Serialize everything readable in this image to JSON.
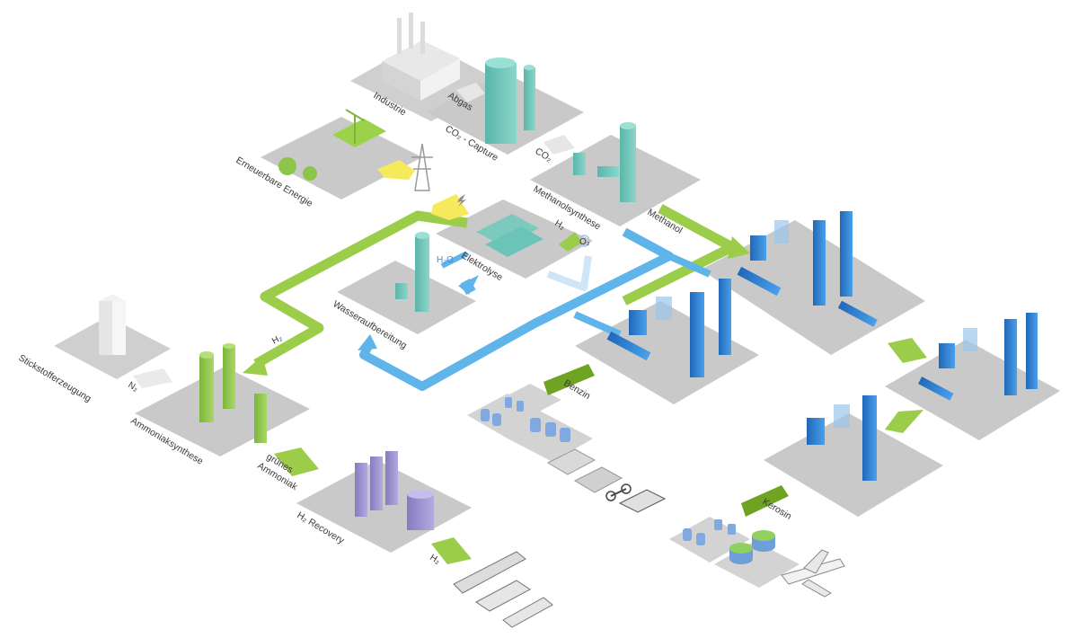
{
  "labels": {
    "industrie": "Industrie",
    "abgas": "Abgas",
    "co2_capture": "CO₂ - Capture",
    "co2": "CO₂",
    "erneuerbare_energie": "Erneuerbare Energie",
    "methanolsynthese": "Methanolsynthese",
    "methanol": "Methanol",
    "h2_to_methanol": "H₂",
    "o2": "O₂",
    "h2o": "H₂O",
    "elektrolyse": "Elektrolyse",
    "wasseraufbereitung": "Wasseraufbereitung",
    "h2_to_ammonia": "H₂",
    "stickstofferzeugung": "Stickstofferzeugung",
    "n2": "N₂",
    "ammoniaksynthese": "Ammoniaksynthese",
    "gruenes_ammoniak_1": "grünes",
    "gruenes_ammoniak_2": "Ammoniak",
    "h2_recovery": "H₂ Recovery",
    "h2_out": "H₂",
    "benzin": "Benzin",
    "kerosin": "Kerosin"
  },
  "colors": {
    "platform": "#c9c9c9",
    "platform_side": "#b3b3b3",
    "green_flow": "#9bcc4a",
    "blue_flow": "#5fb4ea",
    "yellow_flow": "#f4ea5c",
    "equipment_blue": "#2f7fd0",
    "equipment_teal": "#6cc4b8",
    "equipment_green": "#8dc44a",
    "equipment_purple": "#9a8fcf",
    "grey_arrow": "#e6e6e6"
  }
}
